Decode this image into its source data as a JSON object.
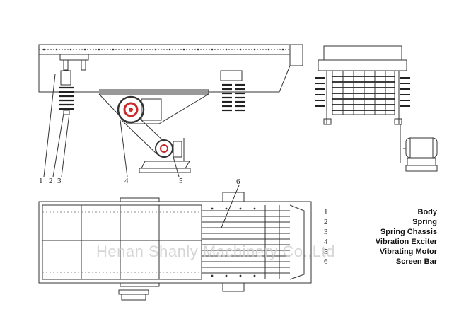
{
  "callouts": [
    "1",
    "2",
    "3",
    "4",
    "5",
    "6"
  ],
  "legend": [
    {
      "num": "1",
      "name": "Body"
    },
    {
      "num": "2",
      "name": "Spring"
    },
    {
      "num": "3",
      "name": "Spring Chassis"
    },
    {
      "num": "4",
      "name": "Vibration Exciter"
    },
    {
      "num": "5",
      "name": "Vibrating Motor"
    },
    {
      "num": "6",
      "name": "Screen Bar"
    }
  ],
  "watermark": "Henan Shanly Machinery Co.,Ltd",
  "colors": {
    "line": "#333333",
    "accent": "#cc2a2a",
    "dark": "#1a1a1a"
  }
}
